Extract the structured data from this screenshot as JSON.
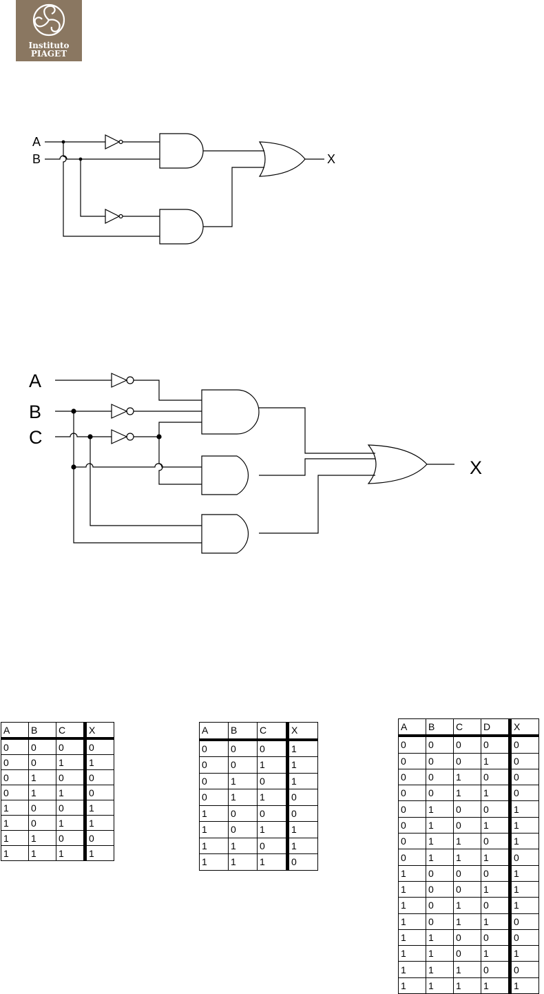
{
  "logo": {
    "line1": "Instituto",
    "line2": "PIAGET"
  },
  "circuit1": {
    "inputs": [
      "A",
      "B"
    ],
    "output": "X"
  },
  "circuit2": {
    "inputs": [
      "A",
      "B",
      "C"
    ],
    "output": "X"
  },
  "table1": {
    "headers": [
      "A",
      "B",
      "C",
      "X"
    ],
    "rows": [
      [
        "0",
        "0",
        "0",
        "0"
      ],
      [
        "0",
        "0",
        "1",
        "1"
      ],
      [
        "0",
        "1",
        "0",
        "0"
      ],
      [
        "0",
        "1",
        "1",
        "0"
      ],
      [
        "1",
        "0",
        "0",
        "1"
      ],
      [
        "1",
        "0",
        "1",
        "1"
      ],
      [
        "1",
        "1",
        "0",
        "0"
      ],
      [
        "1",
        "1",
        "1",
        "1"
      ]
    ]
  },
  "table2": {
    "headers": [
      "A",
      "B",
      "C",
      "X"
    ],
    "rows": [
      [
        "0",
        "0",
        "0",
        "1"
      ],
      [
        "0",
        "0",
        "1",
        "1"
      ],
      [
        "0",
        "1",
        "0",
        "1"
      ],
      [
        "0",
        "1",
        "1",
        "0"
      ],
      [
        "1",
        "0",
        "0",
        "0"
      ],
      [
        "1",
        "0",
        "1",
        "1"
      ],
      [
        "1",
        "1",
        "0",
        "1"
      ],
      [
        "1",
        "1",
        "1",
        "0"
      ]
    ]
  },
  "table3": {
    "headers": [
      "A",
      "B",
      "C",
      "D",
      "X"
    ],
    "rows": [
      [
        "0",
        "0",
        "0",
        "0",
        "0"
      ],
      [
        "0",
        "0",
        "0",
        "1",
        "0"
      ],
      [
        "0",
        "0",
        "1",
        "0",
        "0"
      ],
      [
        "0",
        "0",
        "1",
        "1",
        "0"
      ],
      [
        "0",
        "1",
        "0",
        "0",
        "1"
      ],
      [
        "0",
        "1",
        "0",
        "1",
        "1"
      ],
      [
        "0",
        "1",
        "1",
        "0",
        "1"
      ],
      [
        "0",
        "1",
        "1",
        "1",
        "0"
      ],
      [
        "1",
        "0",
        "0",
        "0",
        "1"
      ],
      [
        "1",
        "0",
        "0",
        "1",
        "1"
      ],
      [
        "1",
        "0",
        "1",
        "0",
        "1"
      ],
      [
        "1",
        "0",
        "1",
        "1",
        "0"
      ],
      [
        "1",
        "1",
        "0",
        "0",
        "0"
      ],
      [
        "1",
        "1",
        "0",
        "1",
        "1"
      ],
      [
        "1",
        "1",
        "1",
        "0",
        "0"
      ],
      [
        "1",
        "1",
        "1",
        "1",
        "1"
      ]
    ]
  }
}
